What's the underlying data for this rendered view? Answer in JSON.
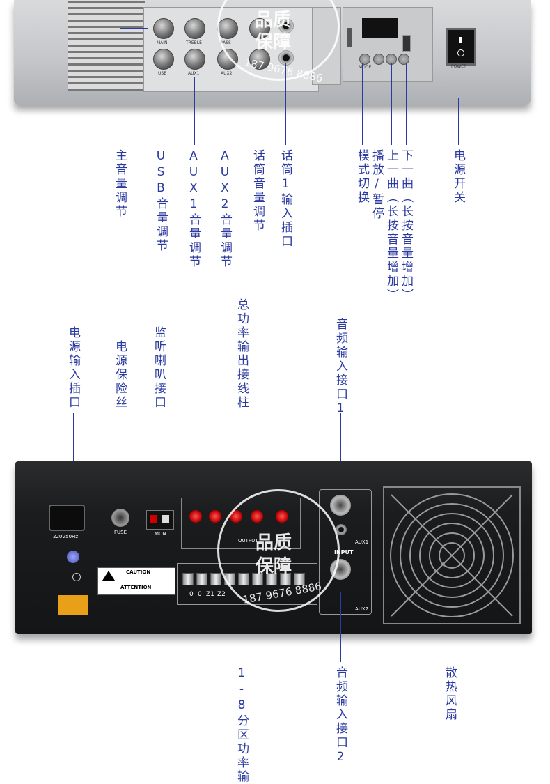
{
  "front_panel": {
    "knob_labels": {
      "main": "MAIN",
      "treble": "TREBLE",
      "bass": "BASS",
      "usb": "USB",
      "aux1": "AUX1",
      "aux2": "AUX2"
    },
    "mode_label": "MODE",
    "power_label": "POWER",
    "callouts": [
      "主音量调节",
      "USB音量调节",
      "AUX1音量调节",
      "AUX2音量调节",
      "话筒音量调节",
      "话筒1输入插口",
      "模式切换",
      "播放/暂停",
      "上一曲（长按音量增加）",
      "下一曲（长按音量增加）",
      "电源开关"
    ]
  },
  "rear_panel": {
    "voltage_label": "220V50Hz",
    "fuse_label": "FUSE",
    "mon_label": "MON",
    "caution_title": "CAUTION",
    "attention_title": "ATTENTION",
    "aux1_label": "AUX1",
    "aux2_label": "AUX2",
    "input_label": "INPUT",
    "output_label": "OUTPUT",
    "terminal_labels": [
      "0",
      "0",
      "Z1",
      "Z2"
    ],
    "callouts_top": [
      "电源输入插口",
      "电源保险丝",
      "监听喇叭接口",
      "总功率输出接线柱",
      "音频输入接口1"
    ],
    "callouts_bottom": [
      "1-8分区功率输",
      "音频输入接口2",
      "散热风扇"
    ]
  },
  "watermark": {
    "line1": "品质",
    "line2": "保障",
    "number": "187 9676 8886"
  }
}
